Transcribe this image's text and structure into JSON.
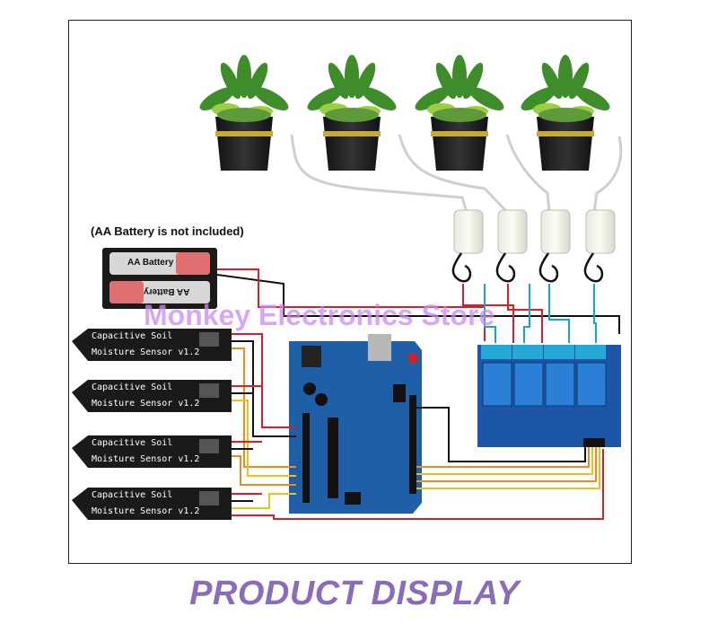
{
  "note": "(AA Battery is not included)",
  "battery_label_top": "AA Battery",
  "battery_label_bottom": "AA Battery",
  "watermark": "Monkey Electronics Store",
  "caption": "PRODUCT DISPLAY",
  "sensors": [
    {
      "line1": "Capacitive Soil",
      "line2": "Moisture Sensor v1.2"
    },
    {
      "line1": "Capacitive Soil",
      "line2": "Moisture Sensor v1.2"
    },
    {
      "line1": "Capacitive Soil",
      "line2": "Moisture Sensor v1.2"
    },
    {
      "line1": "Capacitive Soil",
      "line2": "Moisture Sensor v1.2"
    }
  ],
  "colors": {
    "arduino_blue": "#1f5fa8",
    "relay_blue": "#1d56a6",
    "sensor_black": "#1a1a1a",
    "wire_red": "#d8202a",
    "wire_orange": "#f08a1c",
    "wire_yellow": "#e8c21c",
    "wire_cyan": "#17a6c9",
    "caption_purple": "#8a6cb8"
  }
}
